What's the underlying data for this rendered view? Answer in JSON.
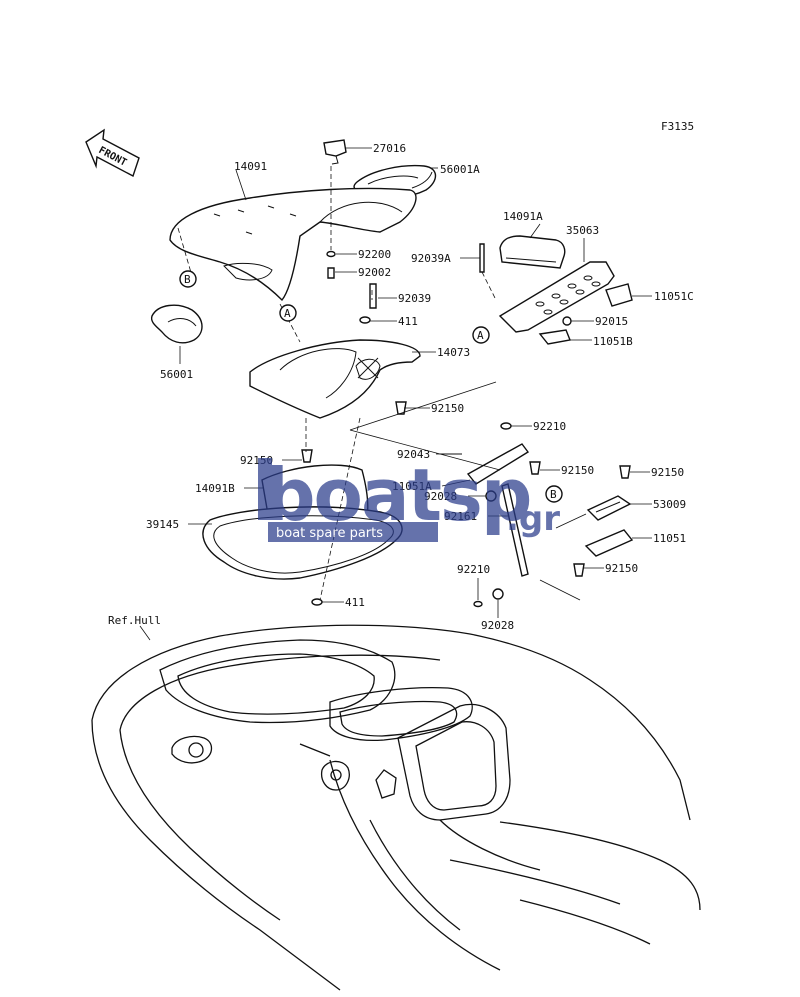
{
  "figure_code": "F3135",
  "front_label": "FRONT",
  "ref_hull_label": "Ref.Hull",
  "watermark": {
    "brand": "boatsp",
    "tld": ".gr",
    "tagline": "boat spare parts",
    "color": "#2b3d8c"
  },
  "callouts": [
    {
      "id": "27016",
      "label": "27016"
    },
    {
      "id": "14091",
      "label": "14091"
    },
    {
      "id": "56001A",
      "label": "56001A"
    },
    {
      "id": "14091A",
      "label": "14091A"
    },
    {
      "id": "35063",
      "label": "35063"
    },
    {
      "id": "92200",
      "label": "92200"
    },
    {
      "id": "92039A",
      "label": "92039A"
    },
    {
      "id": "92002",
      "label": "92002"
    },
    {
      "id": "11051C",
      "label": "11051C"
    },
    {
      "id": "92039",
      "label": "92039"
    },
    {
      "id": "92015",
      "label": "92015"
    },
    {
      "id": "411-top",
      "label": "411"
    },
    {
      "id": "11051B",
      "label": "11051B"
    },
    {
      "id": "14073",
      "label": "14073"
    },
    {
      "id": "56001",
      "label": "56001"
    },
    {
      "id": "92150-a",
      "label": "92150"
    },
    {
      "id": "92210-a",
      "label": "92210"
    },
    {
      "id": "92043",
      "label": "92043"
    },
    {
      "id": "92150-b",
      "label": "92150"
    },
    {
      "id": "92150-c",
      "label": "92150"
    },
    {
      "id": "92150-d",
      "label": "92150"
    },
    {
      "id": "11051A",
      "label": "11051A"
    },
    {
      "id": "14091B",
      "label": "14091B"
    },
    {
      "id": "92028-a",
      "label": "92028"
    },
    {
      "id": "53009",
      "label": "53009"
    },
    {
      "id": "92161",
      "label": "92161"
    },
    {
      "id": "39145",
      "label": "39145"
    },
    {
      "id": "11051",
      "label": "11051"
    },
    {
      "id": "92210-b",
      "label": "92210"
    },
    {
      "id": "92150-e",
      "label": "92150"
    },
    {
      "id": "411-bottom",
      "label": "411"
    },
    {
      "id": "92028-b",
      "label": "92028"
    }
  ],
  "reference_markers": [
    {
      "id": "A1",
      "label": "A"
    },
    {
      "id": "A2",
      "label": "A"
    },
    {
      "id": "B1",
      "label": "B"
    },
    {
      "id": "B2",
      "label": "B"
    }
  ]
}
